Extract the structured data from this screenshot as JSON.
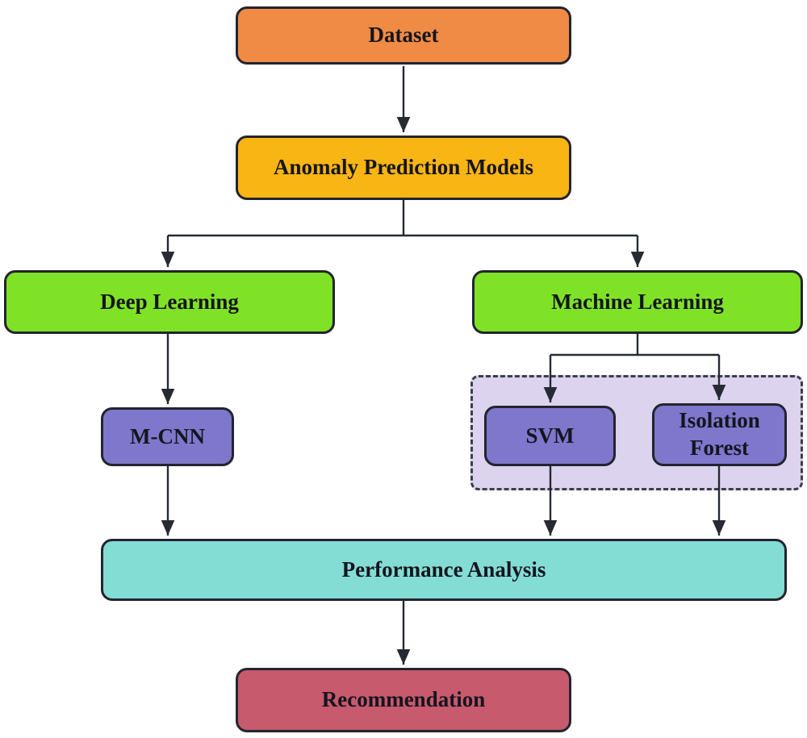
{
  "diagram": {
    "type": "flowchart",
    "nodes": {
      "dataset": {
        "label": "Dataset",
        "fill": "#F08B45"
      },
      "anomaly_prediction_models": {
        "label": "Anomaly Prediction Models",
        "fill": "#F9B513"
      },
      "deep_learning": {
        "label": "Deep Learning",
        "fill": "#80E226"
      },
      "machine_learning": {
        "label": "Machine Learning",
        "fill": "#80E226"
      },
      "mcnn": {
        "label": "M-CNN",
        "fill": "#7E77CB"
      },
      "svm": {
        "label": "SVM",
        "fill": "#7E77CB"
      },
      "isolation_forest": {
        "label": "Isolation Forest",
        "fill": "#7E77CB"
      },
      "performance_analysis": {
        "label": "Performance Analysis",
        "fill": "#84DDD5"
      },
      "recommendation": {
        "label": "Recommendation",
        "fill": "#C75A6D"
      }
    },
    "groups": {
      "ml_models": {
        "fill": "#DCD3EE",
        "border_style": "dashed"
      }
    },
    "edges": [
      {
        "from": "dataset",
        "to": "anomaly_prediction_models"
      },
      {
        "from": "anomaly_prediction_models",
        "to": "deep_learning"
      },
      {
        "from": "anomaly_prediction_models",
        "to": "machine_learning"
      },
      {
        "from": "deep_learning",
        "to": "mcnn"
      },
      {
        "from": "machine_learning",
        "to": "svm"
      },
      {
        "from": "machine_learning",
        "to": "isolation_forest"
      },
      {
        "from": "mcnn",
        "to": "performance_analysis"
      },
      {
        "from": "svm",
        "to": "performance_analysis"
      },
      {
        "from": "isolation_forest",
        "to": "performance_analysis"
      },
      {
        "from": "performance_analysis",
        "to": "recommendation"
      }
    ],
    "colors": {
      "line": "#262A33",
      "border": "#23242E",
      "text": "#15151F"
    }
  }
}
